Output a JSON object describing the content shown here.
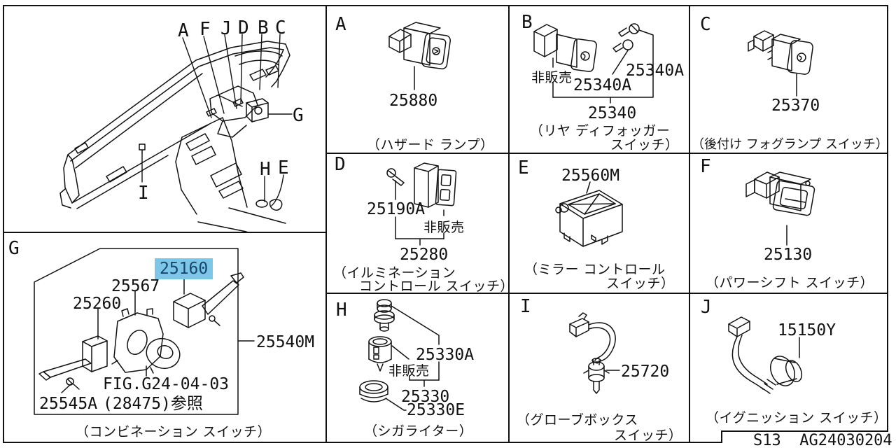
{
  "colors": {
    "ink": "#111111",
    "highlight_bg": "#7cc7e8",
    "highlight_text": "#17456b"
  },
  "footer": {
    "code": "S13  AG24030204"
  },
  "overview": {
    "callouts": {
      "a": "A",
      "f": "F",
      "j": "J",
      "d": "D",
      "b": "B",
      "c": "C",
      "g": "G",
      "h": "H",
      "e": "E",
      "i": "I"
    }
  },
  "panel_g": {
    "letter": "G",
    "part_highlight": "25160",
    "part_25567": "25567",
    "part_25260": "25260",
    "part_25545a": "25545A",
    "fig_ref_line1": "FIG.G24-04-03",
    "fig_ref_line2": "(28475)参照",
    "part_25540m": "25540M",
    "caption": "（コンビネーション スイッチ）"
  },
  "panel_a": {
    "letter": "A",
    "part": "25880",
    "caption": "（ハザード ランプ）"
  },
  "panel_b": {
    "letter": "B",
    "not_sold": "非販売",
    "part_bulb_upper": "25340A",
    "part_bulb_lower": "25340A",
    "part_assembly": "25340",
    "caption_line1": "（リヤ ディフォッガー",
    "caption_line2": "スイッチ）"
  },
  "panel_c": {
    "letter": "C",
    "part": "25370",
    "caption": "（後付け フォグランプ スイッチ）"
  },
  "panel_d": {
    "letter": "D",
    "part_screw": "25190A",
    "not_sold": "非販売",
    "part_assembly": "25280",
    "caption_line1": "（イルミネーション",
    "caption_line2": "コントロール スイッチ）"
  },
  "panel_e": {
    "letter": "E",
    "part": "25560M",
    "caption_line1": "（ミラー コントロール",
    "caption_line2": "スイッチ）"
  },
  "panel_f": {
    "letter": "F",
    "part": "25130",
    "caption": "（パワーシフト スイッチ）"
  },
  "panel_h": {
    "letter": "H",
    "part_knob": "25330A",
    "not_sold": "非販売",
    "part_assembly": "25330",
    "part_ring": "25330E",
    "caption": "（シガライター）"
  },
  "panel_i": {
    "letter": "I",
    "part": "25720",
    "caption_line1": "（グローブボックス",
    "caption_line2": "スイッチ）"
  },
  "panel_j": {
    "letter": "J",
    "part": "15150Y",
    "caption": "（イグニッション スイッチ）"
  }
}
